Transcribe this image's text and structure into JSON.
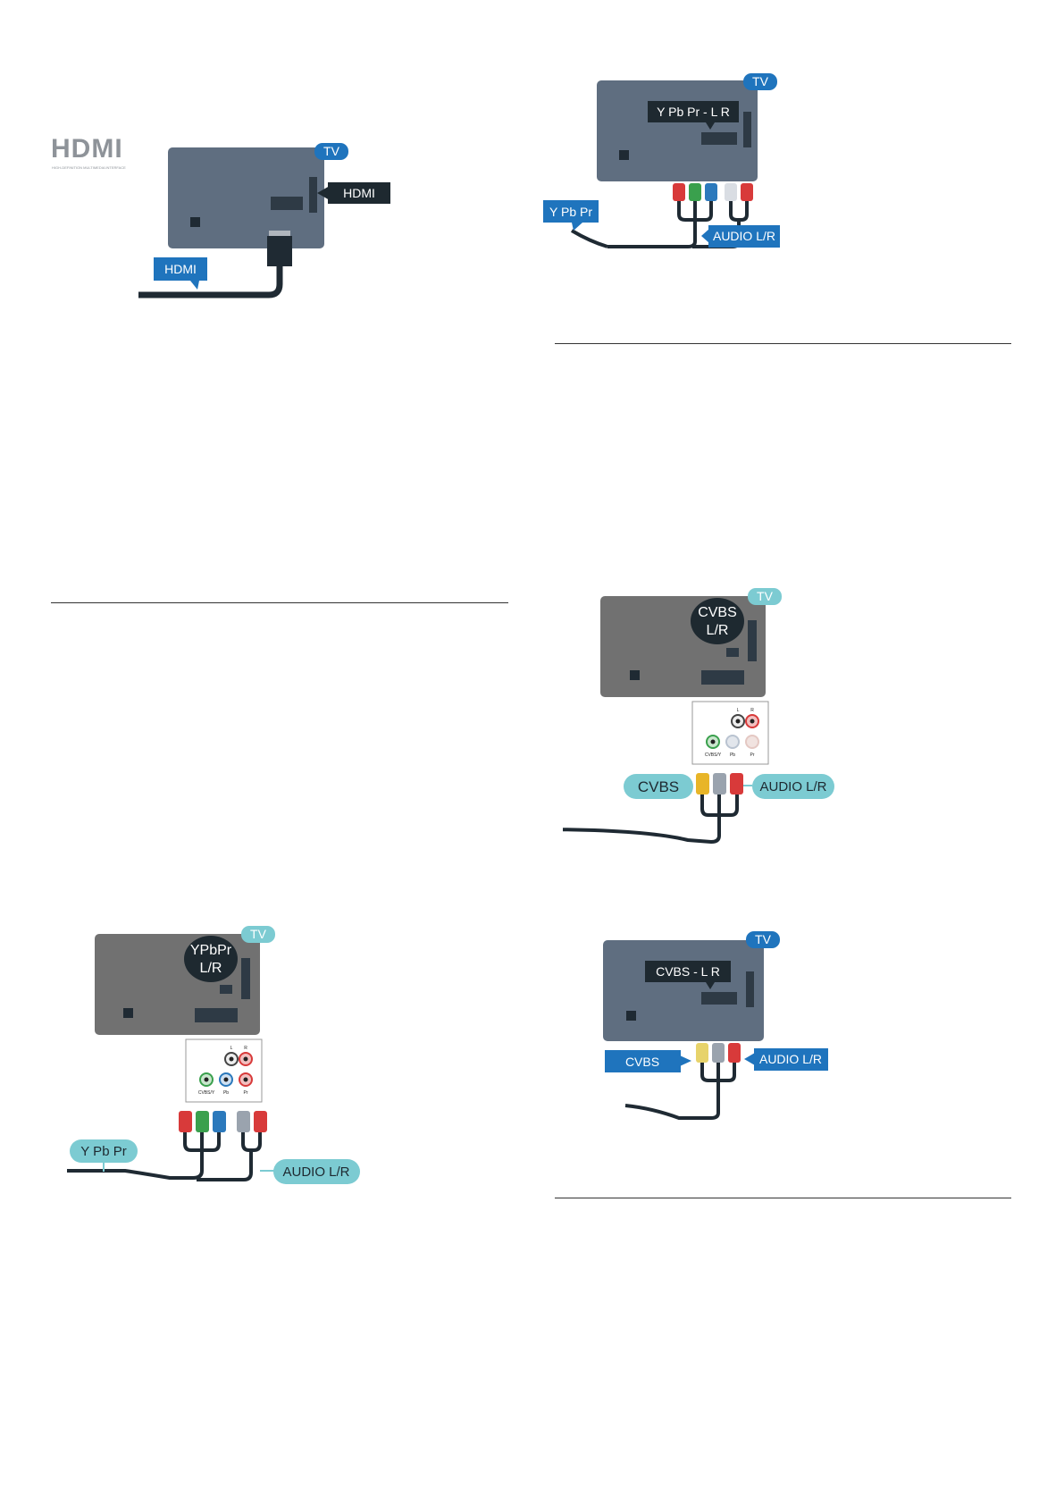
{
  "colors": {
    "tv_panel": "#5f6e80",
    "tv_panel_grey": "#717171",
    "label_blue": "#1f74bd",
    "label_teal": "#7ccbd2",
    "label_dark": "#1e2930",
    "cable": "#1f2a33",
    "plug_red": "#d83a3a",
    "plug_green": "#3aa04d",
    "plug_blue": "#2b79bc",
    "plug_white": "#d9dde3",
    "plug_yellow": "#e8b528",
    "plug_grey": "#9aa3ae"
  },
  "hdmi_figure": {
    "logo_text": "HDMI",
    "logo_subtext": "HIGH-DEFINITION MULTIMEDIA INTERFACE",
    "tv_badge": "TV",
    "port_label": "HDMI",
    "cable_label": "HDMI"
  },
  "ypbpr_figure": {
    "tv_badge": "TV",
    "port_label_line1": "YPbPr",
    "port_label_line2": "L/R",
    "jack_labels": [
      "L",
      "R",
      "CVBS/Y",
      "Pb",
      "Pr"
    ],
    "cable_label": "Y Pb Pr",
    "audio_label": "AUDIO L/R"
  },
  "ypbpr_lr_figure": {
    "tv_badge": "TV",
    "port_label": "Y Pb Pr - L R",
    "cable_label": "Y Pb Pr",
    "audio_label": "AUDIO L/R"
  },
  "cvbs_figure": {
    "tv_badge": "TV",
    "port_label_line1": "CVBS",
    "port_label_line2": "L/R",
    "jack_labels": [
      "L",
      "R",
      "CVBS/Y",
      "Pb",
      "Pr"
    ],
    "cable_label": "CVBS",
    "audio_label": "AUDIO L/R"
  },
  "cvbs_lr_figure": {
    "tv_badge": "TV",
    "port_label": "CVBS - L R",
    "cable_label": "CVBS",
    "audio_label": "AUDIO L/R"
  }
}
